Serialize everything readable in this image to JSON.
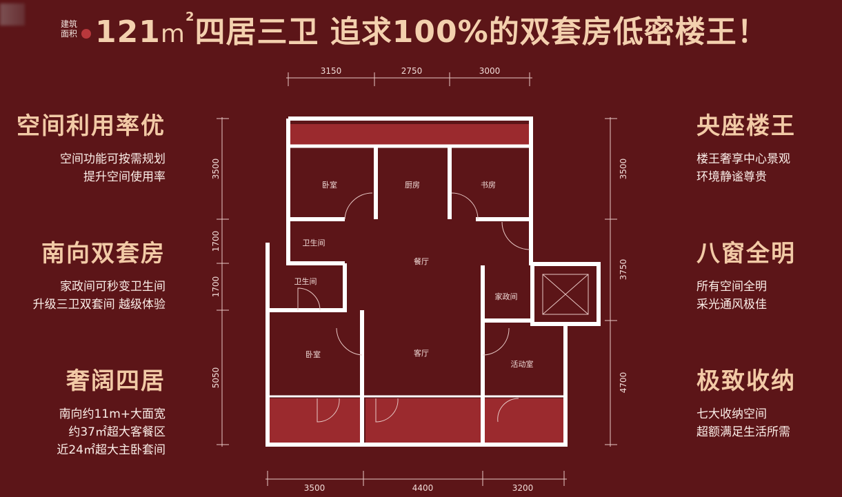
{
  "header": {
    "area_label_line1": "建筑",
    "area_label_line2": "面积",
    "title_number": "121",
    "title_unit": "m",
    "title_sup": "2",
    "title_text": "四居三卫 追求100%的双套房低密楼王！"
  },
  "left_features": [
    {
      "heading": "空间利用率优",
      "lines": [
        "空间功能可按需规划",
        "提升空间使用率"
      ]
    },
    {
      "heading": "南向双套房",
      "lines": [
        "家政间可秒变卫生间",
        "升级三卫双套间 越级体验"
      ]
    },
    {
      "heading": "奢阔四居",
      "lines": [
        "南向约11m+大面宽",
        "约37㎡超大客餐区",
        "近24㎡超大主卧套间"
      ]
    }
  ],
  "right_features": [
    {
      "heading": "央座楼王",
      "lines": [
        "楼王奢享中心景观",
        "环境静谧尊贵"
      ]
    },
    {
      "heading": "八窗全明",
      "lines": [
        "所有空间全明",
        "采光通风极佳"
      ]
    },
    {
      "heading": "极致收纳",
      "lines": [
        "七大收纳空间",
        "超额满足生活所需"
      ]
    }
  ],
  "rooms": {
    "bedroom_n": "卧室",
    "kitchen": "厨房",
    "study": "书房",
    "bath1": "卫生间",
    "bath2": "卫生间",
    "dining": "餐厅",
    "housekeeping": "家政间",
    "bedroom_s": "卧室",
    "living": "客厅",
    "activity": "活动室"
  },
  "dimensions": {
    "top": [
      "3150",
      "2750",
      "3000"
    ],
    "bottom": [
      "3500",
      "4400",
      "3200"
    ],
    "left": [
      "3500",
      "1700",
      "1700",
      "5050"
    ],
    "right": [
      "3500",
      "3750",
      "4700"
    ]
  },
  "colors": {
    "background": "#5c1518",
    "heading": "#f2caa6",
    "balcony": "#9b2a2e"
  }
}
